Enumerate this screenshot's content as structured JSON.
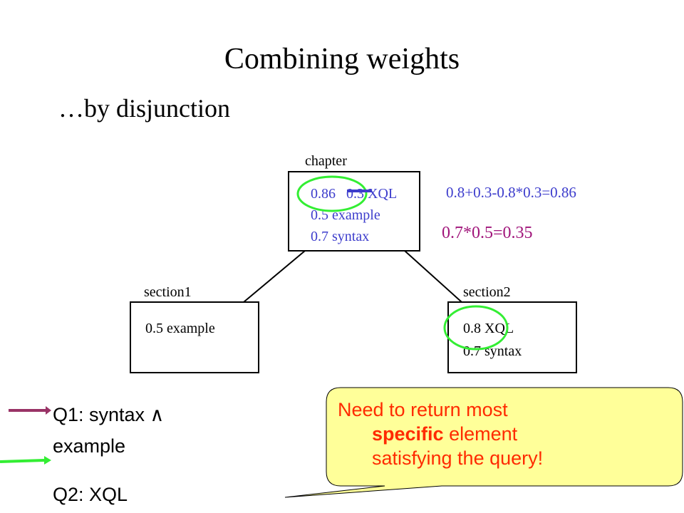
{
  "title": "Combining weights",
  "subtitle": "…by disjunction",
  "nodes": {
    "chapter": {
      "label": "chapter",
      "entries": [
        "0.86",
        "0.3 XQL",
        "0.5 example",
        "0.7 syntax"
      ]
    },
    "section1": {
      "label": "section1",
      "entries": [
        "0.5 example"
      ]
    },
    "section2": {
      "label": "section2",
      "entries": [
        "0.8 XQL",
        "0.7 syntax"
      ]
    }
  },
  "formulas": {
    "disjunction": "0.8+0.3-0.8*0.3=0.86",
    "conjunction": "0.7*0.5=0.35"
  },
  "queries": {
    "q1_line1": "Q1: syntax ∧",
    "q1_line2": "example",
    "q2": "Q2: XQL"
  },
  "callout": {
    "line1": "Need to return most",
    "line2_bold": "specific",
    "line2_rest": " element",
    "line3": "satisfying the query!"
  },
  "colors": {
    "weights_blue": "#3c3ccc",
    "conjunction_magenta": "#a0147a",
    "q1_arrow": "#993366",
    "q2_arrow_and_circles": "#33ee33",
    "callout_fill": "#ffff99",
    "callout_text": "#ff2a00"
  }
}
